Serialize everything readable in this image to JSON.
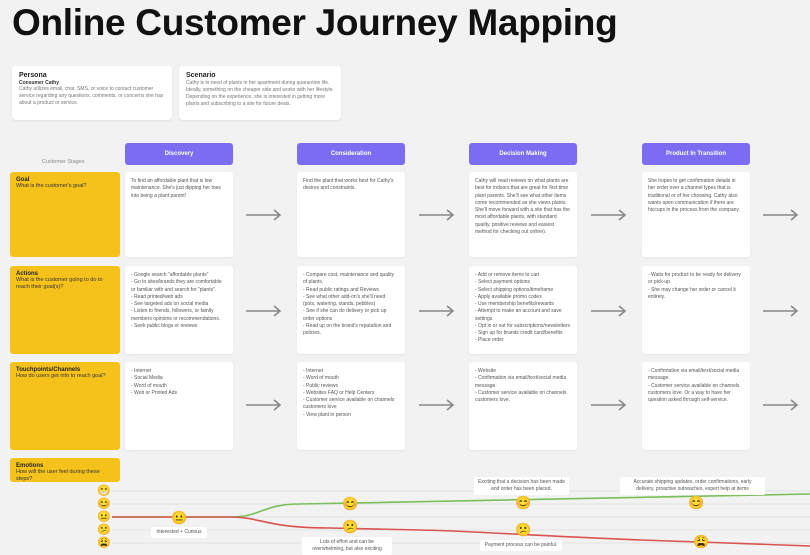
{
  "title": "Online Customer Journey Mapping",
  "persona": {
    "heading": "Persona",
    "name": "Consumer Cathy",
    "text": "Cathy utilizes email, chat, SMS, or voice to contact customer service regarding any questions, comments, or concerns she has about a product or service."
  },
  "scenario": {
    "heading": "Scenario",
    "text": "Cathy is in need of plants in her apartment during quarantine life. Ideally, something on the cheaper side and works with her lifestyle. Depending on the experience, she is interested in getting more plants and subscribing to a site for future deals."
  },
  "stages_label": "Customer Stages",
  "stages": [
    "Discovery",
    "Consideration",
    "Decision Making",
    "Product In Transition"
  ],
  "rows": [
    {
      "title": "Goal",
      "subtitle": "What is the customer's goal?",
      "cells": [
        [
          "To find an affordable plant that is low maintenance. She's just dipping her toes into being a plant parent!"
        ],
        [
          "Find the plant that works best for Cathy's desires and constraints."
        ],
        [
          "Cathy will read reviews on what plants are best for indoors that are great for first time plant parents. She'll see what other items come recommended as she views plants. She'll move forward with a site that has the most affordable plants, with standard quality, positive reviews and easiest method for checking out online)."
        ],
        [
          "She hopes to get confirmation details in her order over a channel types that is traditional or of her choosing. Cathy also wants open communication if there are hiccups in the process from the company."
        ]
      ]
    },
    {
      "title": "Actions",
      "subtitle": "What is the customer going to do to reach their goal(s)?",
      "cells": [
        [
          "- Google search \"affordable plants\"",
          "- Go to sites/brands they are comfortable or familiar with and search for \"plants\".",
          "- Read printed/web ads",
          "- See targeted ads on social media",
          "- Listen to friends, followers, or family members opinions or recommendations.",
          "- Seek public blogs or reviews"
        ],
        [
          "- Compare cost, maintenance and quality of plants.",
          "- Read public ratings and Reviews",
          "- See what other add-on's she'll need (pots, watering, stands, pebbles)",
          "- See if she can do delivery or pick up order options",
          "- Read up on the brand's reputation and policies."
        ],
        [
          "- Add or remove items to cart",
          "- Select payment options",
          "- Select shipping options/timeframe",
          "- Apply available promo codes",
          "- Use membership benefits/rewards",
          "- Attempt to make an account and save settings.",
          "- Opt in or out for subscriptions/newsletters",
          "- Sign up for brands credit card/benefits",
          "- Place order"
        ],
        [
          "- Waits for product to be ready for delivery or pick-up.",
          "- She may change her order or cancel it entirely."
        ]
      ]
    },
    {
      "title": "Touchpoints/Channels",
      "subtitle": "How do users get info to reach goal?",
      "cells": [
        [
          "- Internet",
          "- Social Media",
          "- Word of mouth",
          "- Web or Printed Ads"
        ],
        [
          "- Internet",
          "- Word of mouth",
          "- Public reviews",
          "- Websites FAQ or Help Centers",
          "- Customer service available on channels customers love",
          "- View plant in person"
        ],
        [
          "- Website",
          "- Confirmation via email/text/social media message.",
          "- Customer service available on channels customers love."
        ],
        [
          "- Confirmation via email/text/social media message.",
          "- Customer service available on channels customers love. Or a way to have her question asked through self-service."
        ]
      ]
    }
  ],
  "emotions": {
    "title": "Emotions",
    "subtitle": "How will the user feel during these steps?",
    "scale_icons": [
      "😁",
      "😊",
      "😐",
      "😕",
      "😩"
    ],
    "labels": {
      "interested": "Interested + Curious",
      "effort": "Lots of effort and can be overwhelming, but also exciting",
      "decision": "Exciting that a decision has been made and order has been placed.",
      "payment": "Payment process can be painful.",
      "shipping": "Accurate shipping updates, order confirmations, early delivery, proactive outreaches, expert help at items"
    }
  },
  "colors": {
    "stage": "#7c6cf2",
    "row_label": "#f5c21b",
    "positive_line": "#7bbf5a",
    "negative_line": "#d9534f"
  }
}
